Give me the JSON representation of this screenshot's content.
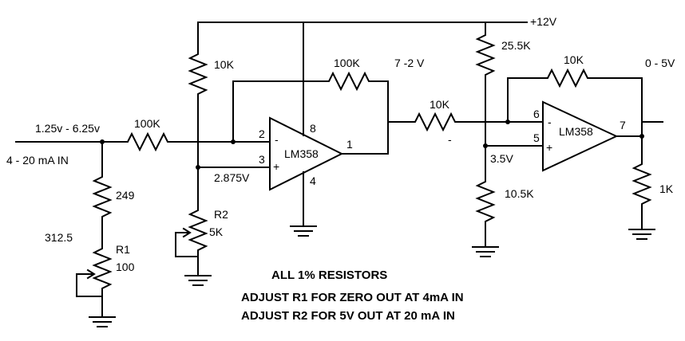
{
  "supply": {
    "label": "+12V"
  },
  "input": {
    "voltage_range": "1.25v - 6.25v",
    "current_label": "4 - 20 mA IN"
  },
  "resistors": {
    "r_in": "100K",
    "r_div_top": "10K",
    "r_fb1": "100K",
    "r_series": "10K",
    "r_div2_top": "25.5K",
    "r_div2_bot": "10.5K",
    "r_fb2": "10K",
    "r_load": "1K",
    "r_249": "249",
    "r_total": "312.5",
    "r1_name": "R1",
    "r1_value": "100",
    "r2_name": "R2",
    "r2_value": "5K"
  },
  "opamp1": {
    "name": "LM358",
    "pin_minus": "2",
    "pin_plus": "3",
    "pin_out": "1",
    "pin_vcc": "8",
    "pin_gnd": "4",
    "minus_sign": "-",
    "plus_sign": "+"
  },
  "opamp2": {
    "name": "LM358",
    "pin_minus": "6",
    "pin_plus": "5",
    "pin_out": "7",
    "minus_sign": "-",
    "plus_sign": "+"
  },
  "nodes": {
    "ref1": "2.875V",
    "stage1_out": "7 -2 V",
    "ref2": "3.5V",
    "output": "0 - 5V",
    "stage1_minus": "-"
  },
  "notes": [
    "ALL 1% RESISTORS",
    "ADJUST R1 FOR ZERO OUT AT 4mA IN",
    "ADJUST R2 FOR 5V OUT AT 20 mA IN"
  ]
}
